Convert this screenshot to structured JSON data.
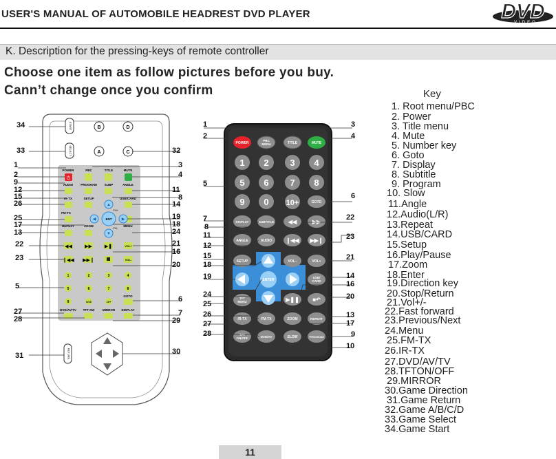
{
  "header": {
    "title": "USER'S MANUAL OF AUTOMOBILE HEADREST DVD PLAYER",
    "logo_main": "DVD",
    "logo_sub": "VIDEO"
  },
  "section": {
    "title": "K. Description for the pressing-keys of remote controller"
  },
  "warning": {
    "line1": "Choose one item as follow  pictures before you buy.",
    "line2": "Cann’t  change once you confirm"
  },
  "key": {
    "heading": "Key",
    "items": [
      "1. Root menu/PBC",
      "2. Power",
      "3. Title menu",
      "4. Mute",
      "5. Number key",
      "6. Goto",
      "7. Display",
      "8. Subtitle",
      "9. Program",
      "10. Slow",
      "11.Angle",
      "12.Audio(L/R)",
      "13.Repeat",
      "14.USB/CARD",
      "15.Setup",
      "16.Play/Pause",
      "17.Zoom",
      "18.Enter",
      "19.Direction key",
      "20.Stop/Return",
      "21.Vol+/-",
      "22.Fast forward",
      "23.Previous/Next",
      "24.Menu",
      "25.FM-TX",
      "26.IR-TX",
      "27.DVD/AV/TV",
      "28.TFTON/OFF",
      "29.MIRROR",
      "30.Game Direction",
      "31.Game Return",
      "32.Game A/B/C/D",
      "33.Game Select",
      "34.Game Start"
    ]
  },
  "remote1": {
    "side_numbers_left": [
      "34",
      "33",
      "1",
      "2",
      "9",
      "12",
      "15",
      "26",
      "25",
      "17",
      "13",
      "22",
      "23",
      "5",
      "27",
      "28",
      "31"
    ],
    "side_numbers_right": [
      "32",
      "3",
      "4",
      "11",
      "8",
      "14",
      "19",
      "18",
      "24",
      "21",
      "16",
      "20",
      "6",
      "7",
      "29",
      "30"
    ],
    "labels": {
      "start": "START",
      "select": "SELECT",
      "a": "A",
      "b": "B",
      "c": "C",
      "d": "D",
      "power": "POWER",
      "pbc": "PBC",
      "title": "TITLE",
      "mute": "MUTE",
      "audio": "AUDIO",
      "program": "PROGRAM",
      "subp": "SUBP",
      "angle": "ANGLE",
      "irtx": "IR-TX",
      "setup": "SETUP",
      "usbcard": "USB/CARD",
      "fmtx": "FM-TX",
      "repeat": "REPEAT",
      "zoom": "ZOOM",
      "menu": "MENU",
      "ent": "ENT",
      "chplus": "CH+",
      "chminus": "CH-",
      "volplus": "VOL+",
      "volminus": "VOL-",
      "goto": "GOTO",
      "d1": "1",
      "d2": "2",
      "d3": "3",
      "d4": "4",
      "d5": "5",
      "d6": "6",
      "d7": "7",
      "d8": "8",
      "d9": "9",
      "d010": "0/10",
      "d10plus": "10+",
      "dvdavtv": "DVD/AV/TV",
      "tftsw": "TFT-SW",
      "mirror": "MIRROR",
      "display": "DISPLAY",
      "return": "RETURN"
    }
  },
  "remote2": {
    "side_numbers_left": [
      "1",
      "2",
      "5",
      "7",
      "8",
      "11",
      "12",
      "15",
      "18",
      "19",
      "24",
      "25",
      "26",
      "27",
      "28"
    ],
    "side_numbers_right": [
      "3",
      "4",
      "6",
      "22",
      "23",
      "21",
      "14",
      "16",
      "20",
      "13",
      "17",
      "9",
      "10"
    ],
    "labels": {
      "power": "POWER",
      "pbc1": "PBC",
      "pbc2": "MENU",
      "title": "TITLE",
      "mute": "MUTE",
      "n1": "1",
      "n2": "2",
      "n3": "3",
      "n4": "4",
      "n5": "5",
      "n6": "6",
      "n7": "7",
      "n8": "8",
      "n9": "9",
      "n0": "0",
      "n10plus": "10+",
      "goto": "GOTO",
      "display": "DISPLAY",
      "subtitle": "SUBTITLE",
      "angle": "ANGLE",
      "audio": "AUDIO",
      "setup": "SETUP",
      "volminus": "VOL−",
      "volplus": "VOL+",
      "enter": "ENTER",
      "usb1": "USB/",
      "usb2": "CARD",
      "tftmenu1": "TFT",
      "tftmenu2": "MENU",
      "irtx": "IR-TX",
      "fmtx": "FM-TX",
      "zoom": "ZOOM",
      "repeat": "REPEAT",
      "tftonoff1": "TFT",
      "tftonoff2": "ON/OFF",
      "dvdav": "DVD/AV",
      "slow": "SLOW",
      "program": "PROGRAM"
    }
  },
  "footer": {
    "page_number": "11"
  },
  "colors": {
    "power_red": "#e8222a",
    "mute_green": "#2fae45",
    "accent_blue": "#3b8fd9",
    "remote_body": "#2b2b2b",
    "button_gray": "#9a9a9a"
  }
}
